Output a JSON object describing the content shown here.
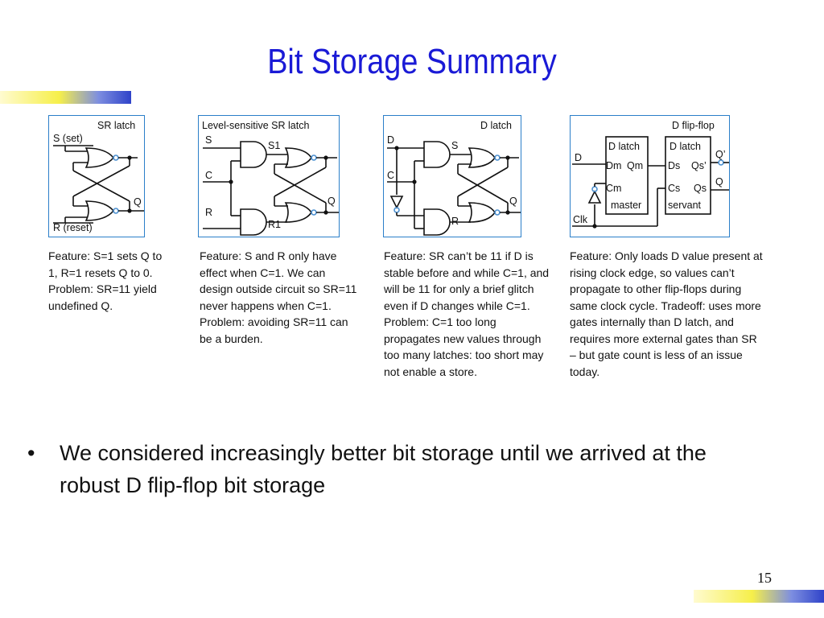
{
  "slide": {
    "title": "Bit Storage Summary",
    "page_number": "15",
    "bullet": "We considered increasingly better bit storage until we arrived at the robust D flip-flop bit storage"
  },
  "panels": {
    "sr_latch": {
      "heading": "SR latch",
      "s_label": "S (set)",
      "r_label": "R (reset)",
      "q_label": "Q",
      "feature": "Feature: S=1 sets Q to 1, R=1 resets Q to 0. Problem: SR=11 yield undefined Q."
    },
    "level_sr_latch": {
      "heading": "Level-sensitive SR latch",
      "s_label": "S",
      "c_label": "C",
      "r_label": "R",
      "s1_label": "S1",
      "r1_label": "R1",
      "q_label": "Q",
      "feature": "Feature: S and R only have effect when C=1. We can design outside circuit so SR=11 never happens when C=1. Problem: avoiding SR=11 can be a burden."
    },
    "d_latch": {
      "heading": "D latch",
      "d_label": "D",
      "c_label": "C",
      "s_label": "S",
      "r_label": "R",
      "q_label": "Q",
      "feature": "Feature: SR can’t be 11 if D is stable before and while C=1, and will be 11 for only a brief glitch even if D changes while C=1. Problem: C=1 too long propagates new values through too many latches: too short may not enable a store."
    },
    "d_flipflop": {
      "heading": "D flip-flop",
      "d_label": "D",
      "clk_label": "Clk",
      "master_title": "D latch",
      "master_dm": "Dm",
      "master_qm": "Qm",
      "master_cm": "Cm",
      "master_name": "master",
      "servant_title": "D latch",
      "servant_ds": "Ds",
      "servant_qs_bar": "Qs’",
      "servant_cs": "Cs",
      "servant_qs": "Qs",
      "servant_name": "servant",
      "q_bar_label": "Q’",
      "q_label": "Q",
      "feature": "Feature: Only loads D value present at rising clock edge, so values can’t propagate to other flip-flops during same clock cycle. Tradeoff: uses more gates internally than D latch, and requires more external gates than SR – but gate count is less of an issue today."
    }
  },
  "colors": {
    "title": "#1a1ad6",
    "panel_border": "#2b7fc9",
    "bubble": "#4a8fd0"
  }
}
